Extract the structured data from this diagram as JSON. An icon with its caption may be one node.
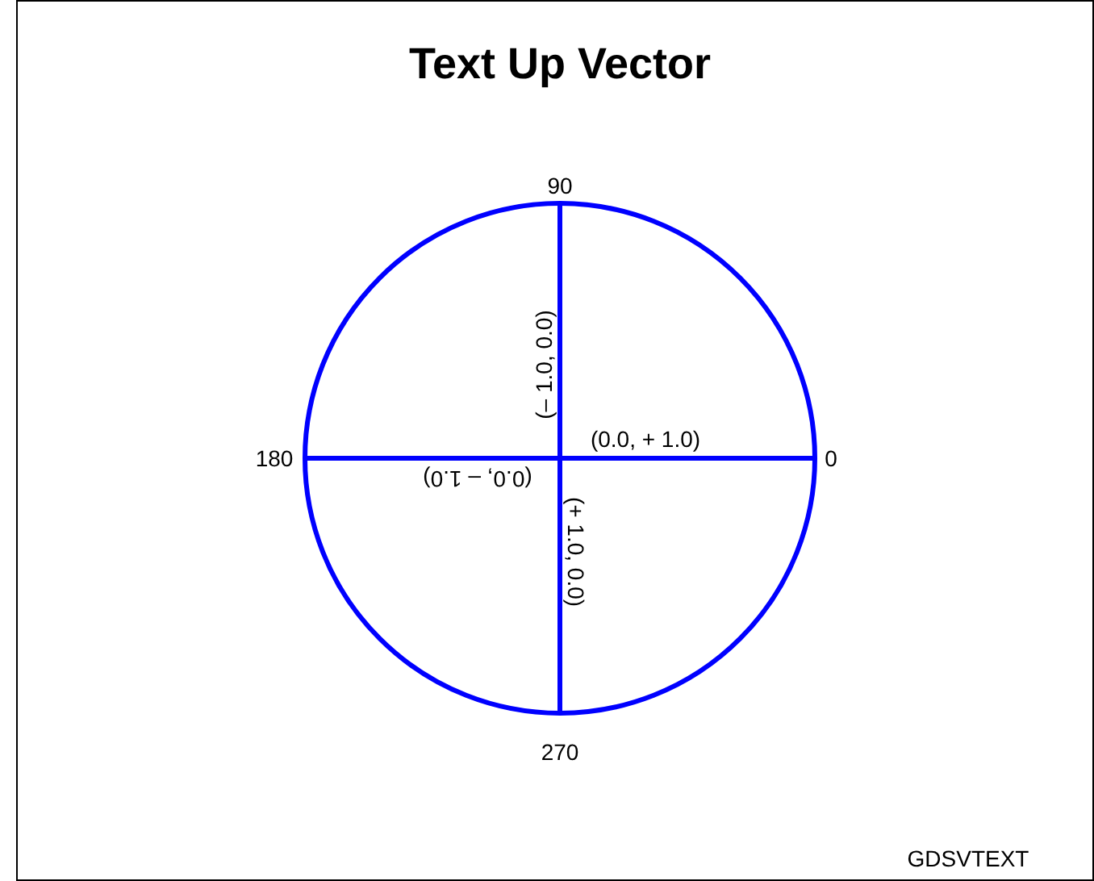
{
  "diagram": {
    "title": "Text Up Vector",
    "labels": [
      "90",
      "180",
      "0",
      "270",
      "(– 1.0, 0.0)",
      "(0.0, + 1.0)",
      "(0.0, – 1.0)",
      "(+ 1.0, 0.0)",
      "GDSVTEXT"
    ]
  }
}
